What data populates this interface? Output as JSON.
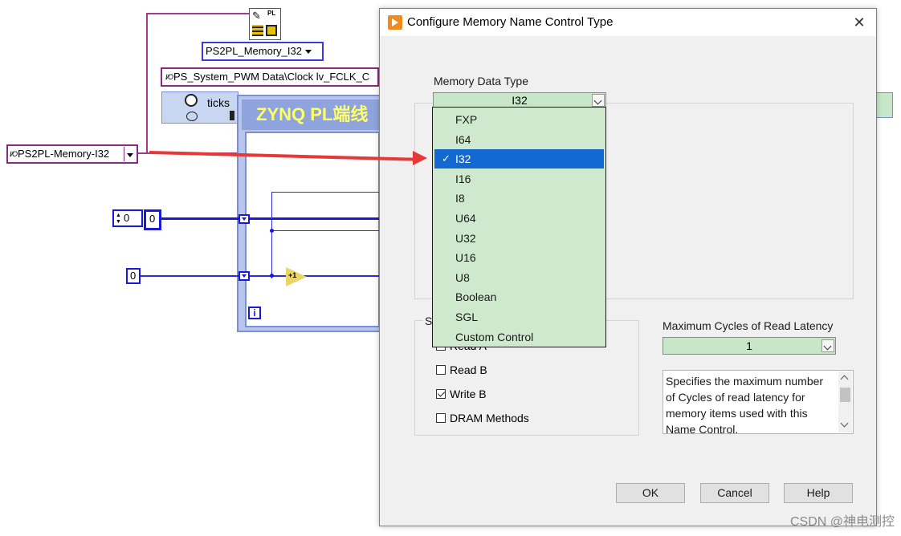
{
  "diagram": {
    "memory_ring_label": "PS2PL_Memory_I32",
    "fpga_io_node_label": "PS_System_PWM Data\\Clock lv_FCLK_C",
    "io_glyph": "I/O",
    "memory_control_label": "PS2PL-Memory-I32",
    "ticks_label": "ticks",
    "timed_loop_title": "ZYNQ PL端线",
    "const_zero_a": "0",
    "const_zero_b": "0",
    "const_zero_c": "0",
    "increment_label": "+1",
    "info_glyph": "i",
    "wire_color_purple": "#a03c8c",
    "wire_color_blue": "#1a1ad6"
  },
  "dialog": {
    "title": "Configure Memory Name Control Type",
    "close_glyph": "✕",
    "memory_data_type": {
      "label": "Memory Data Type",
      "value": "I32",
      "options": [
        "FXP",
        "I64",
        "I32",
        "I16",
        "I8",
        "U64",
        "U32",
        "U16",
        "U8",
        "Boolean",
        "SGL",
        "Custom Control"
      ],
      "selected_index": 2,
      "check_glyph": "✓"
    },
    "supported_methods": {
      "label": "Su",
      "items": [
        {
          "label": "Read A",
          "checked": false
        },
        {
          "label": "Read B",
          "checked": false
        },
        {
          "label": "Write B",
          "checked": true
        },
        {
          "label": "DRAM Methods",
          "checked": false
        }
      ]
    },
    "max_cycles": {
      "label": "Maximum Cycles of Read Latency",
      "value": "1"
    },
    "description": "Specifies the maximum number of Cycles of read latency for memory items used with this Name Control.",
    "buttons": {
      "ok": "OK",
      "cancel": "Cancel",
      "help": "Help"
    },
    "accent_color": "#1269d3",
    "combo_color": "#c8e6c8"
  },
  "watermark": "CSDN @神电测控"
}
